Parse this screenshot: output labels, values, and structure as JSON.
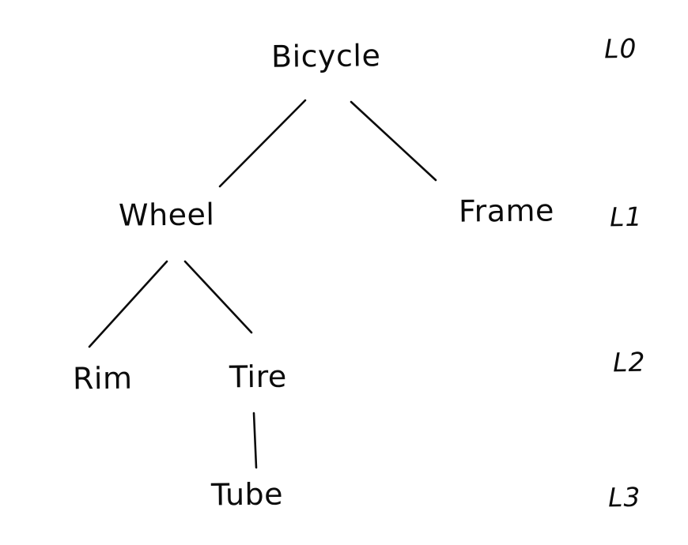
{
  "diagram": {
    "type": "tree",
    "style": "hand-drawn",
    "colors": {
      "ink": "#0b0b0b",
      "background": "#ffffff"
    },
    "nodes": {
      "bicycle": {
        "label": "Bicycle",
        "level": 0
      },
      "wheel": {
        "label": "Wheel",
        "level": 1
      },
      "frame": {
        "label": "Frame",
        "level": 1
      },
      "rim": {
        "label": "Rim",
        "level": 2
      },
      "tire": {
        "label": "Tire",
        "level": 2
      },
      "tube": {
        "label": "Tube",
        "level": 3
      }
    },
    "edges": [
      {
        "from": "bicycle",
        "to": "wheel"
      },
      {
        "from": "bicycle",
        "to": "frame"
      },
      {
        "from": "wheel",
        "to": "rim"
      },
      {
        "from": "wheel",
        "to": "tire"
      },
      {
        "from": "tire",
        "to": "tube"
      }
    ],
    "level_labels": {
      "l0": "L0",
      "l1": "L1",
      "l2": "L2",
      "l3": "L3"
    }
  }
}
